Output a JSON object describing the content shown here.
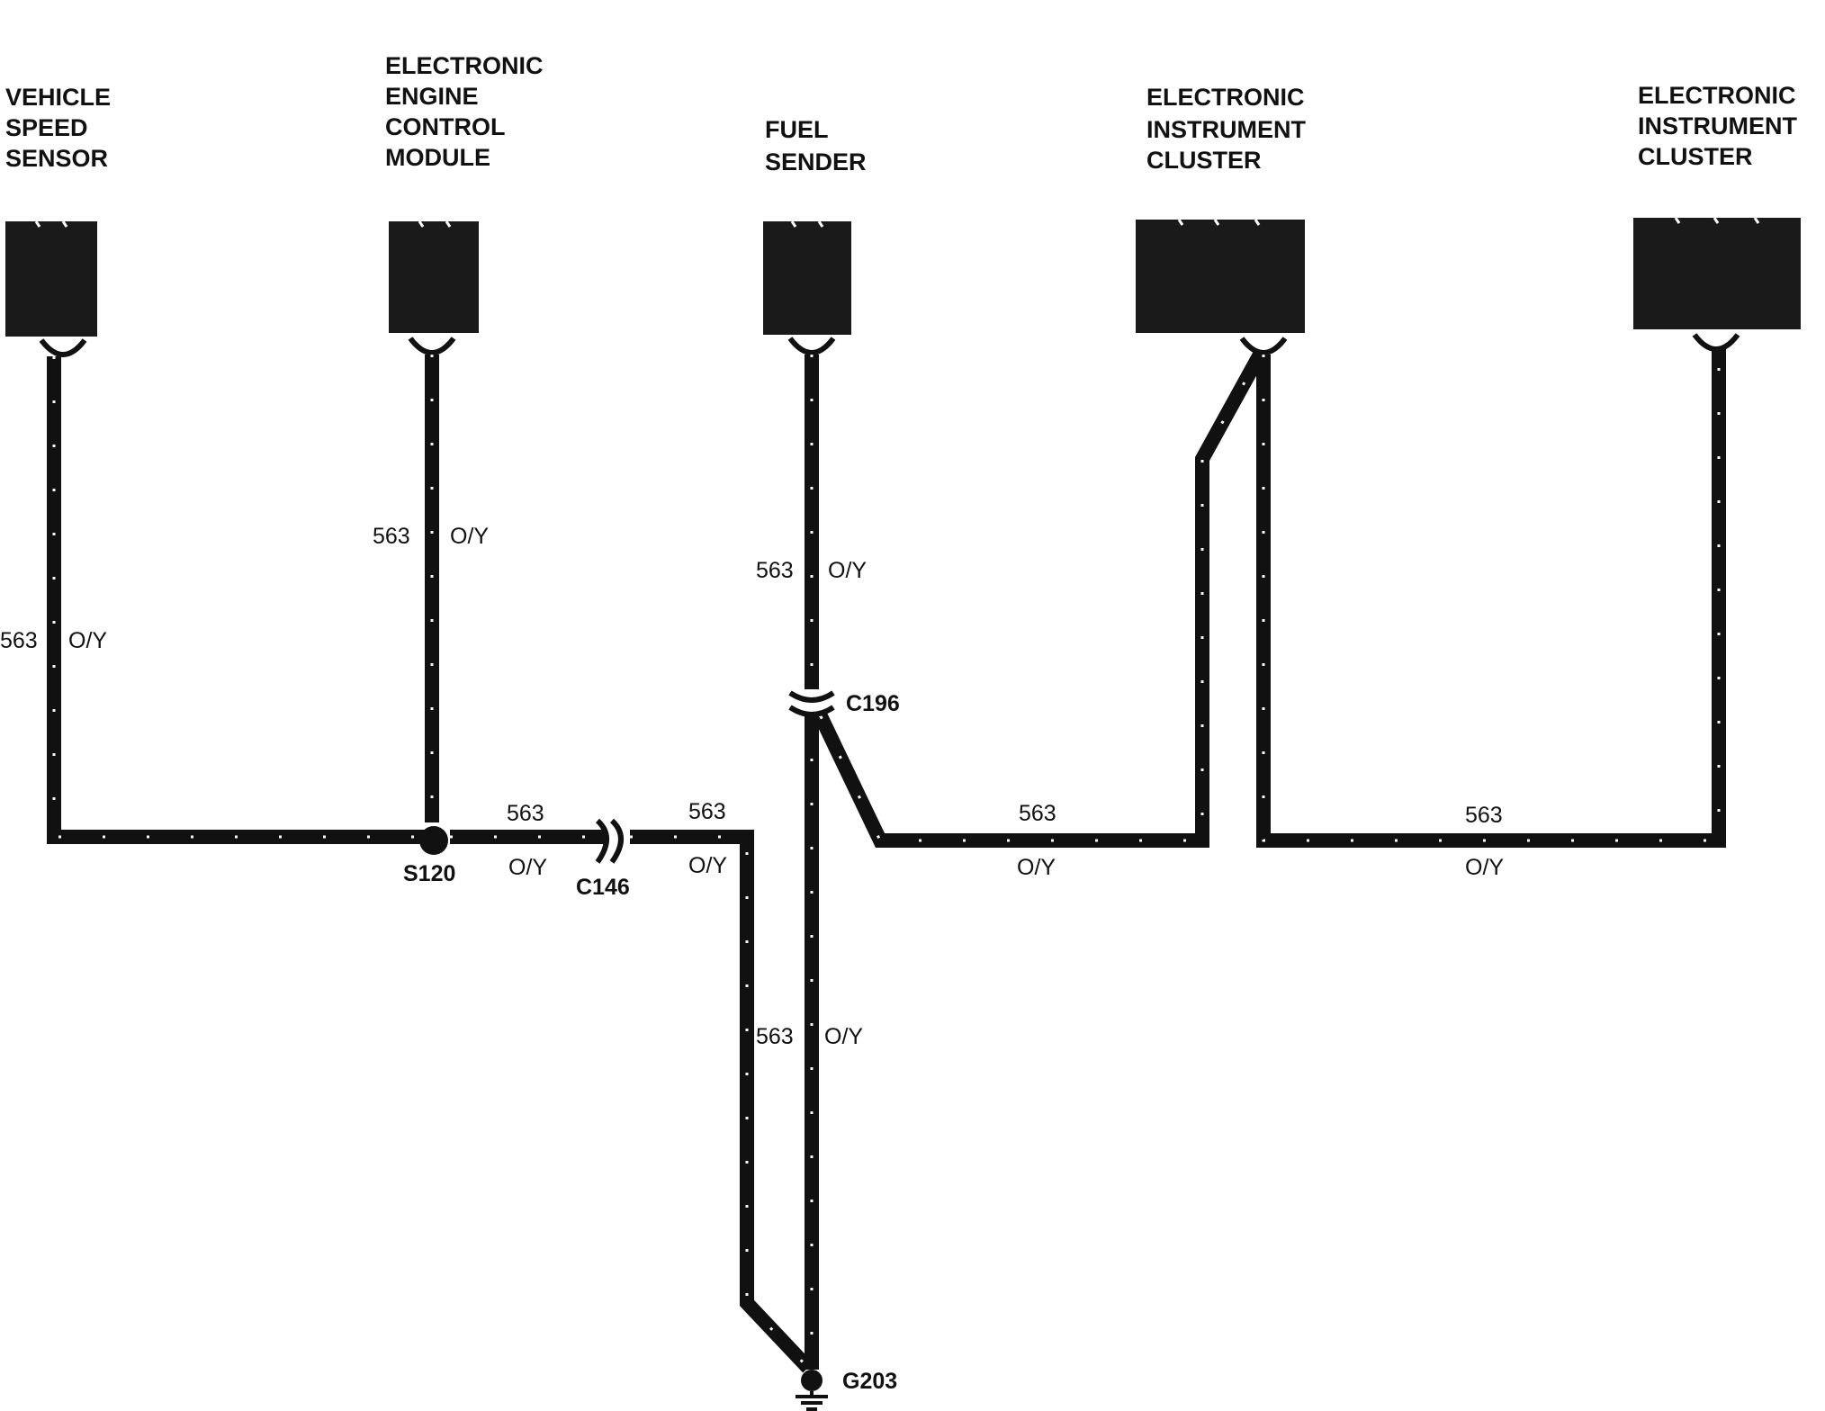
{
  "components": {
    "vehicle_speed_sensor": [
      "VEHICLE",
      "SPEED",
      "SENSOR"
    ],
    "eec_module": [
      "ELECTRONIC",
      "ENGINE",
      "CONTROL",
      "MODULE"
    ],
    "fuel_sender": [
      "FUEL",
      "SENDER"
    ],
    "instrument_cluster_a": [
      "ELECTRONIC",
      "INSTRUMENT",
      "CLUSTER"
    ],
    "instrument_cluster_b": [
      "ELECTRONIC",
      "INSTRUMENT",
      "CLUSTER"
    ]
  },
  "wire": {
    "circuit": "563",
    "color": "O/Y"
  },
  "connectors": {
    "splice": "S120",
    "c146": "C146",
    "c196": "C196",
    "ground": "G203"
  },
  "colors": {
    "wire": "#111111",
    "stripe": "#ffffff"
  }
}
